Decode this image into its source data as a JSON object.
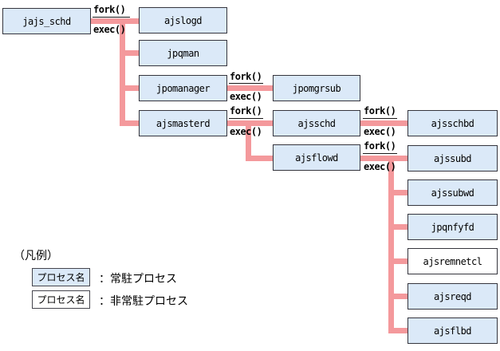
{
  "tree": {
    "boxes": [
      {
        "label": "jajs_schd",
        "type": "resident"
      },
      {
        "label": "ajslogd",
        "type": "resident"
      },
      {
        "label": "jpqman",
        "type": "resident"
      },
      {
        "label": "jpomanager",
        "type": "resident"
      },
      {
        "label": "ajsmasterd",
        "type": "resident"
      },
      {
        "label": "jpomgrsub",
        "type": "resident"
      },
      {
        "label": "ajsschd",
        "type": "resident"
      },
      {
        "label": "ajsflowd",
        "type": "resident"
      },
      {
        "label": "ajsschbd",
        "type": "resident"
      },
      {
        "label": "ajssubd",
        "type": "resident"
      },
      {
        "label": "ajssubwd",
        "type": "resident"
      },
      {
        "label": "jpqnfyfd",
        "type": "resident"
      },
      {
        "label": "ajsremnetcl",
        "type": "nonresident"
      },
      {
        "label": "ajsreqd",
        "type": "resident"
      },
      {
        "label": "ajsflbd",
        "type": "resident"
      }
    ],
    "call_labels": {
      "fork": "fork()",
      "exec": "exec()"
    }
  },
  "legend": {
    "heading": "（凡例）",
    "items": [
      {
        "box_label": "プロセス名",
        "type": "resident",
        "desc": "：常駐プロセス"
      },
      {
        "box_label": "プロセス名",
        "type": "nonresident",
        "desc": "：非常駐プロセス"
      }
    ]
  },
  "colors": {
    "resident_fill": "#dbe9f8",
    "nonresident_fill": "#ffffff",
    "box_border": "#35353d",
    "connector": "#f4999c",
    "text": "#000000"
  }
}
